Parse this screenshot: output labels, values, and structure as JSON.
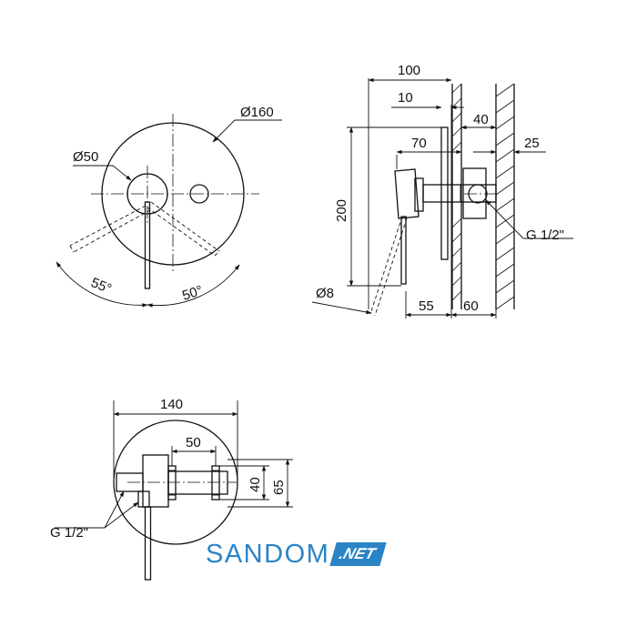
{
  "front_view": {
    "outer_diameter": "Ø160",
    "handle_diameter": "Ø50",
    "angle_left": "55°",
    "angle_right": "50°"
  },
  "side_view": {
    "depth_total": "100",
    "plate_thickness": "10",
    "wall_gap": "40",
    "body_depth": "70",
    "pipe_offset": "25",
    "height": "200",
    "lever_diameter": "Ø8",
    "lever_depth": "55",
    "wall_depth": "60",
    "thread": "G 1/2\""
  },
  "rear_view": {
    "width": "140",
    "outlet_spacing": "50",
    "outlet_height": "40",
    "body_height": "65",
    "thread": "G 1/2\""
  },
  "logo": {
    "text": "SANDOM",
    "badge": ".NET",
    "colors": {
      "primary": "#2a84c6"
    }
  }
}
